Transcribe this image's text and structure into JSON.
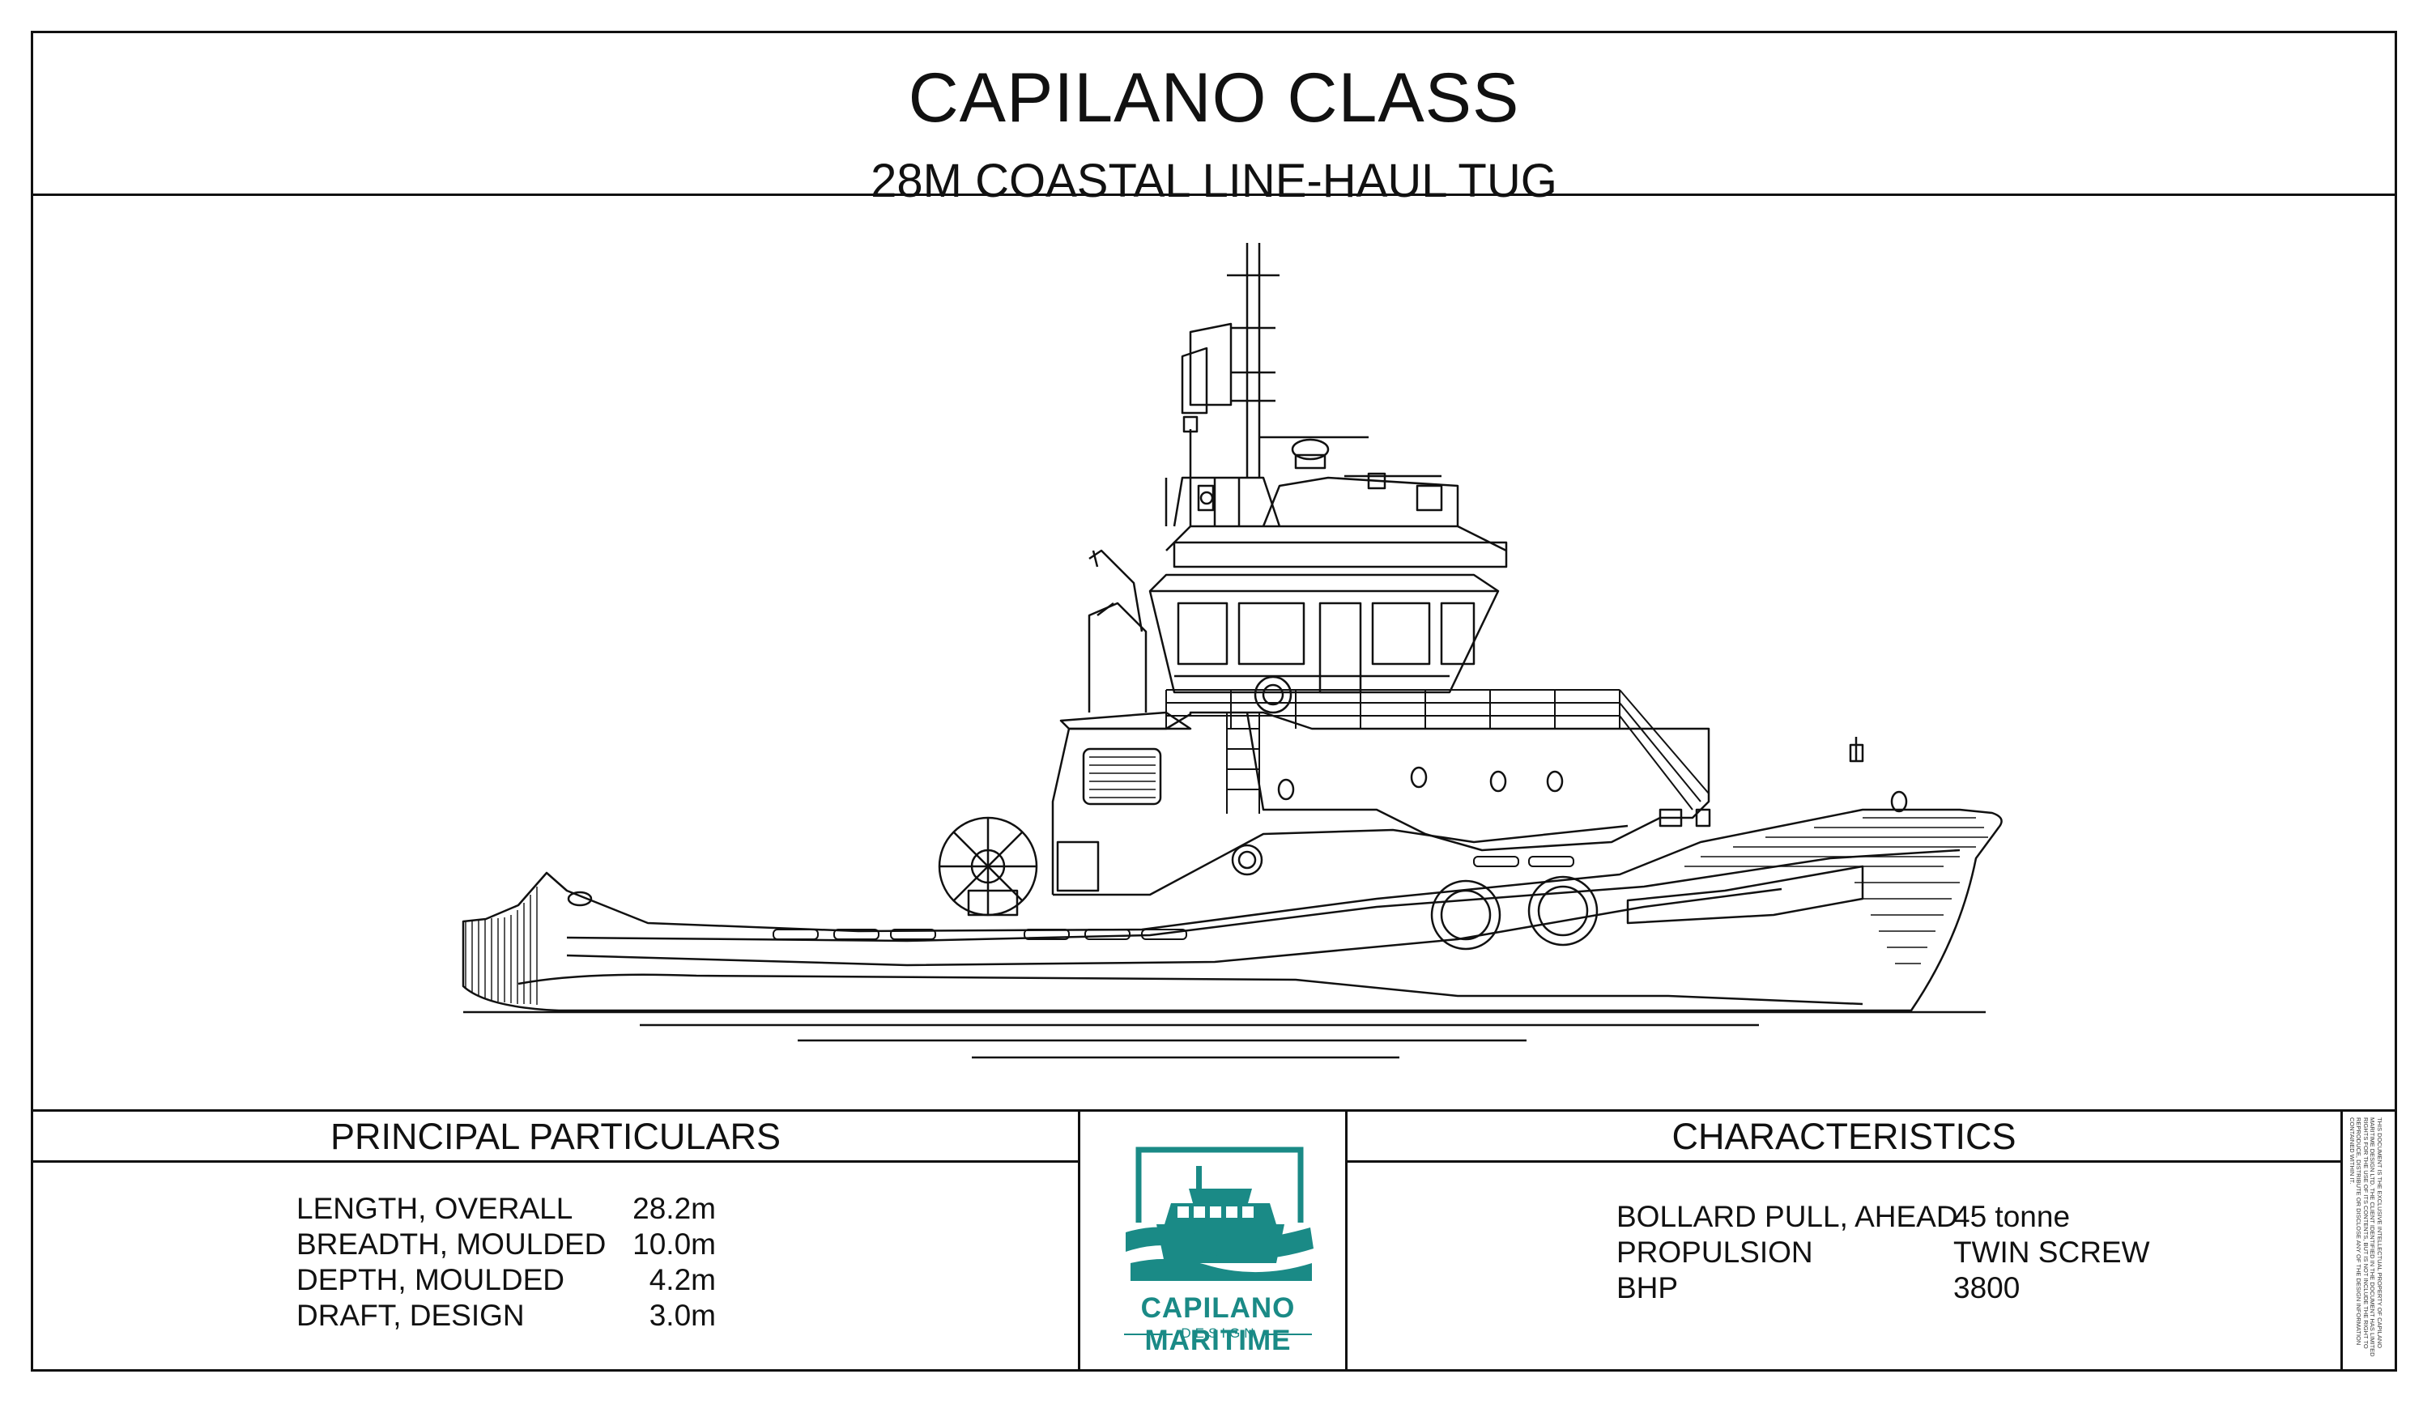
{
  "title_block": {
    "title": "CAPILANO CLASS",
    "subtitle": "28M COASTAL LINE-HAUL TUG"
  },
  "principal_particulars": {
    "heading": "PRINCIPAL PARTICULARS",
    "rows": [
      {
        "label": "LENGTH, OVERALL",
        "value": "28.2m"
      },
      {
        "label": "BREADTH, MOULDED",
        "value": "10.0m"
      },
      {
        "label": "DEPTH, MOULDED",
        "value": "4.2m"
      },
      {
        "label": "DRAFT, DESIGN",
        "value": "3.0m"
      }
    ]
  },
  "characteristics": {
    "heading": "CHARACTERISTICS",
    "rows": [
      {
        "label": "BOLLARD PULL, AHEAD",
        "value": "45 tonne"
      },
      {
        "label": "PROPULSION",
        "value": "TWIN SCREW"
      },
      {
        "label": "BHP",
        "value": "3800"
      }
    ]
  },
  "logo": {
    "name": "CAPILANO MARITIME",
    "tagline": "DESIGN",
    "color": "#1a8a86"
  },
  "legal_notice": "THIS DOCUMENT IS THE EXCLUSIVE INTELLECTUAL PROPERTY OF CAPILANO MARITIME DESIGN LTD. THE CLIENT IDENTIFIED IN THE DOCUMENT HAS LIMITED RIGHTS FOR THE USE OF ITS CONTENTS, BUT IS NOT INCLUDE THE RIGHT TO REPRODUCE, DISTRIBUTE OR DISCLOSE ANY OF THE DESIGN INFORMATION CONTAINED WITHIN IT."
}
